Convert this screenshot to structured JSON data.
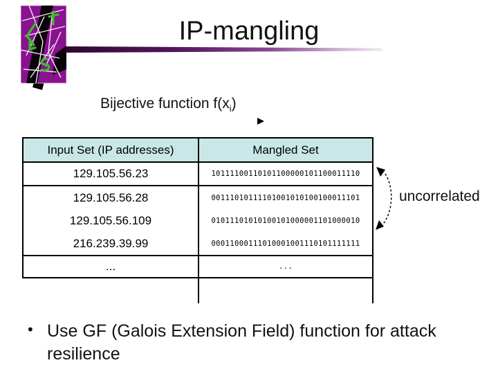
{
  "slide": {
    "title": "IP-mangling",
    "subtitle": {
      "prefix": "Bijective function f(x",
      "subscript": "i",
      "suffix": ")"
    },
    "bullet": "Use GF (Galois Extension Field) function for attack resilience"
  },
  "table": {
    "headers": [
      "Input Set (IP addresses)",
      "Mangled Set"
    ],
    "rows": [
      {
        "input": "129.105.56.23",
        "mangled": "10111100110101100000101100011110"
      },
      {
        "input": "129.105.56.28",
        "mangled": "00111010111101001010100100011101"
      },
      {
        "input": "129.105.56.109",
        "mangled": "01011101010100101000001101000010"
      },
      {
        "input": "216.239.39.99",
        "mangled": "00011000111010001001110101111111"
      },
      {
        "input": "...",
        "mangled": "..."
      }
    ]
  },
  "annotation": {
    "label": "uncorrelated"
  },
  "icons": {
    "logo": "shattered-map-logo",
    "pointer": "right-arrowhead",
    "annotation_arrow": "dashed-double-curved-arrow"
  },
  "colors": {
    "header_bg": "#c9e7e7",
    "accent_bar_dark": "#2f0733",
    "accent_bar_light": "#f2eaf3",
    "logo_purple": "#8a1190",
    "logo_green": "#2fc41f"
  }
}
